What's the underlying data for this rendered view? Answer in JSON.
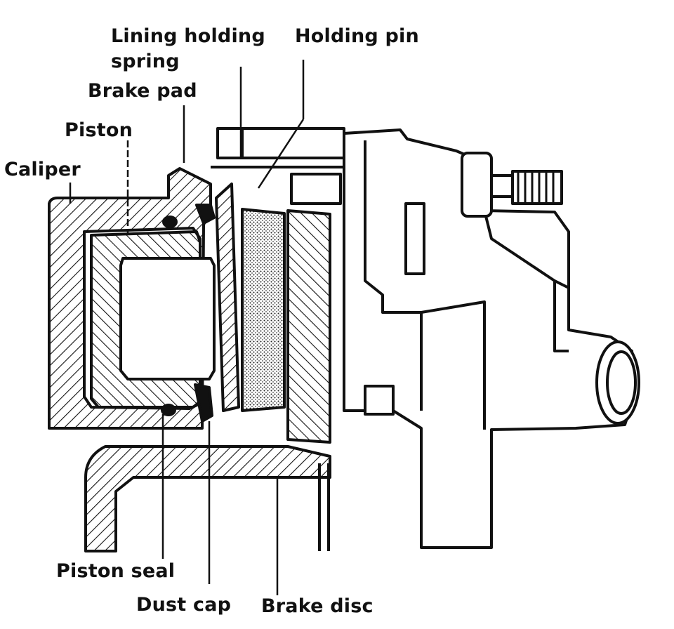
{
  "labels": {
    "lining_holding": "Lining holding",
    "spring": "spring",
    "holding_pin": "Holding pin",
    "brake_pad": "Brake pad",
    "piston": "Piston",
    "caliper": "Caliper",
    "piston_seal": "Piston seal",
    "dust_cap": "Dust cap",
    "brake_disc": "Brake disc"
  },
  "colors": {
    "ink": "#111111",
    "paper": "#ffffff"
  }
}
